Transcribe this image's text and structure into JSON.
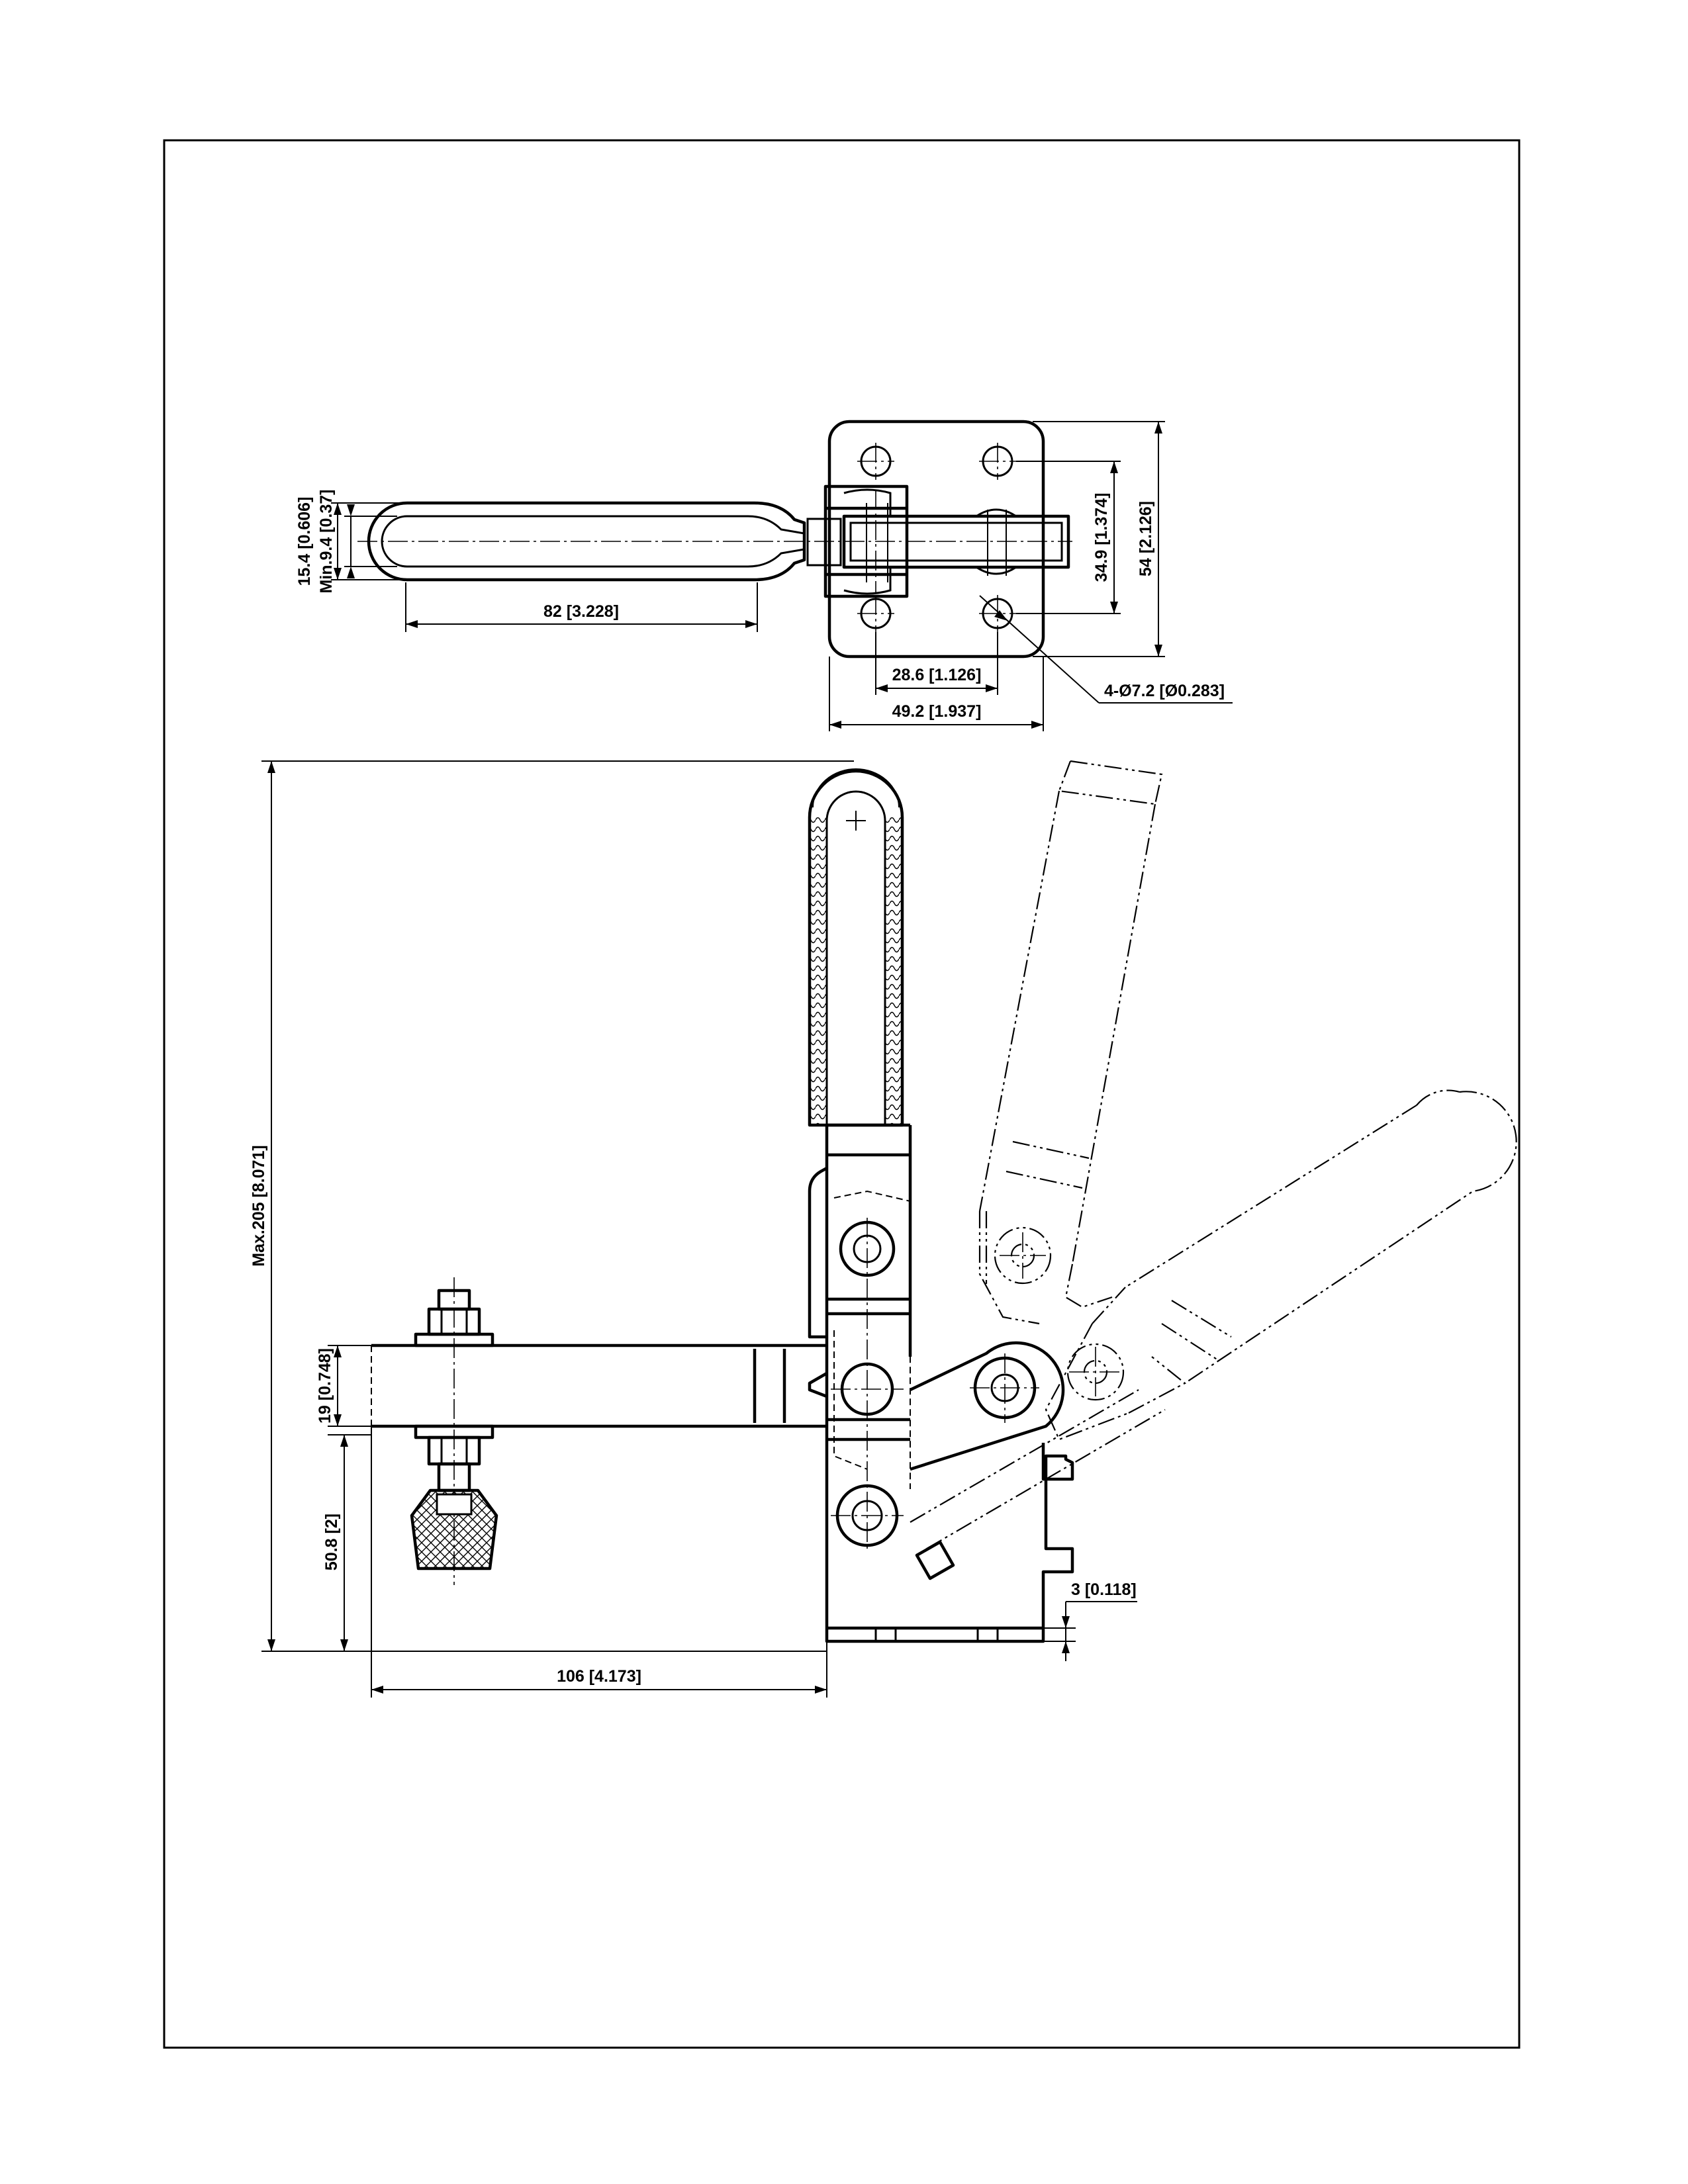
{
  "drawing": {
    "dimensions": {
      "d_15_4": "15.4 [0.606]",
      "d_min_9_4": "Min.9.4 [0.37]",
      "d_82": "82 [3.228]",
      "d_34_9": "34.9 [1.374]",
      "d_54": "54 [2.126]",
      "d_28_6": "28.6 [1.126]",
      "d_49_2": "49.2 [1.937]",
      "d_holes": "4-Ø7.2 [Ø0.283]",
      "d_max_205": "Max.205 [8.071]",
      "d_19": "19 [0.748]",
      "d_50_8": "50.8 [2]",
      "d_106": "106 [4.173]",
      "d_3": "3 [0.118]"
    }
  }
}
